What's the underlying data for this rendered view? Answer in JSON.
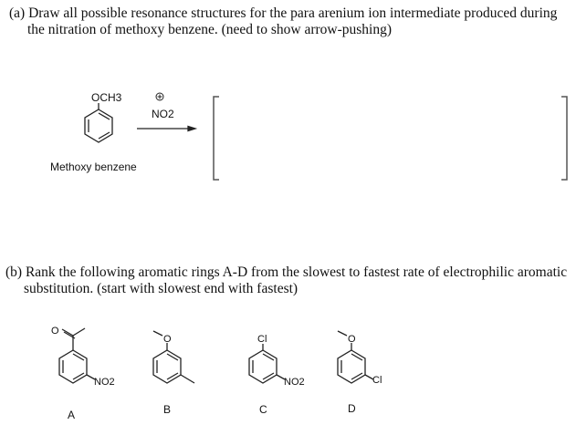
{
  "part_a": {
    "line1": "(a) Draw all possible resonance structures for the para arenium ion intermediate produced during",
    "line2": "the nitration of methoxy benzene. (need to show arrow-pushing)",
    "substituent_label": "OCH3",
    "reagent_charge": "+",
    "reagent_label": "NO2",
    "compound_name": "Methoxy benzene"
  },
  "part_b": {
    "line1": "(b) Rank the following aromatic rings A-D from the slowest to fastest rate of electrophilic aromatic",
    "line2": "substitution. (start with slowest end with fastest)",
    "molecules": [
      {
        "letter": "A",
        "substituent_top": "O",
        "substituent_meta": "NO2"
      },
      {
        "letter": "B",
        "substituent_top": "O",
        "substituent_meta": ""
      },
      {
        "letter": "C",
        "substituent_top": "Cl",
        "substituent_meta": "NO2"
      },
      {
        "letter": "D",
        "substituent_top": "O",
        "substituent_meta": "Cl"
      }
    ]
  }
}
